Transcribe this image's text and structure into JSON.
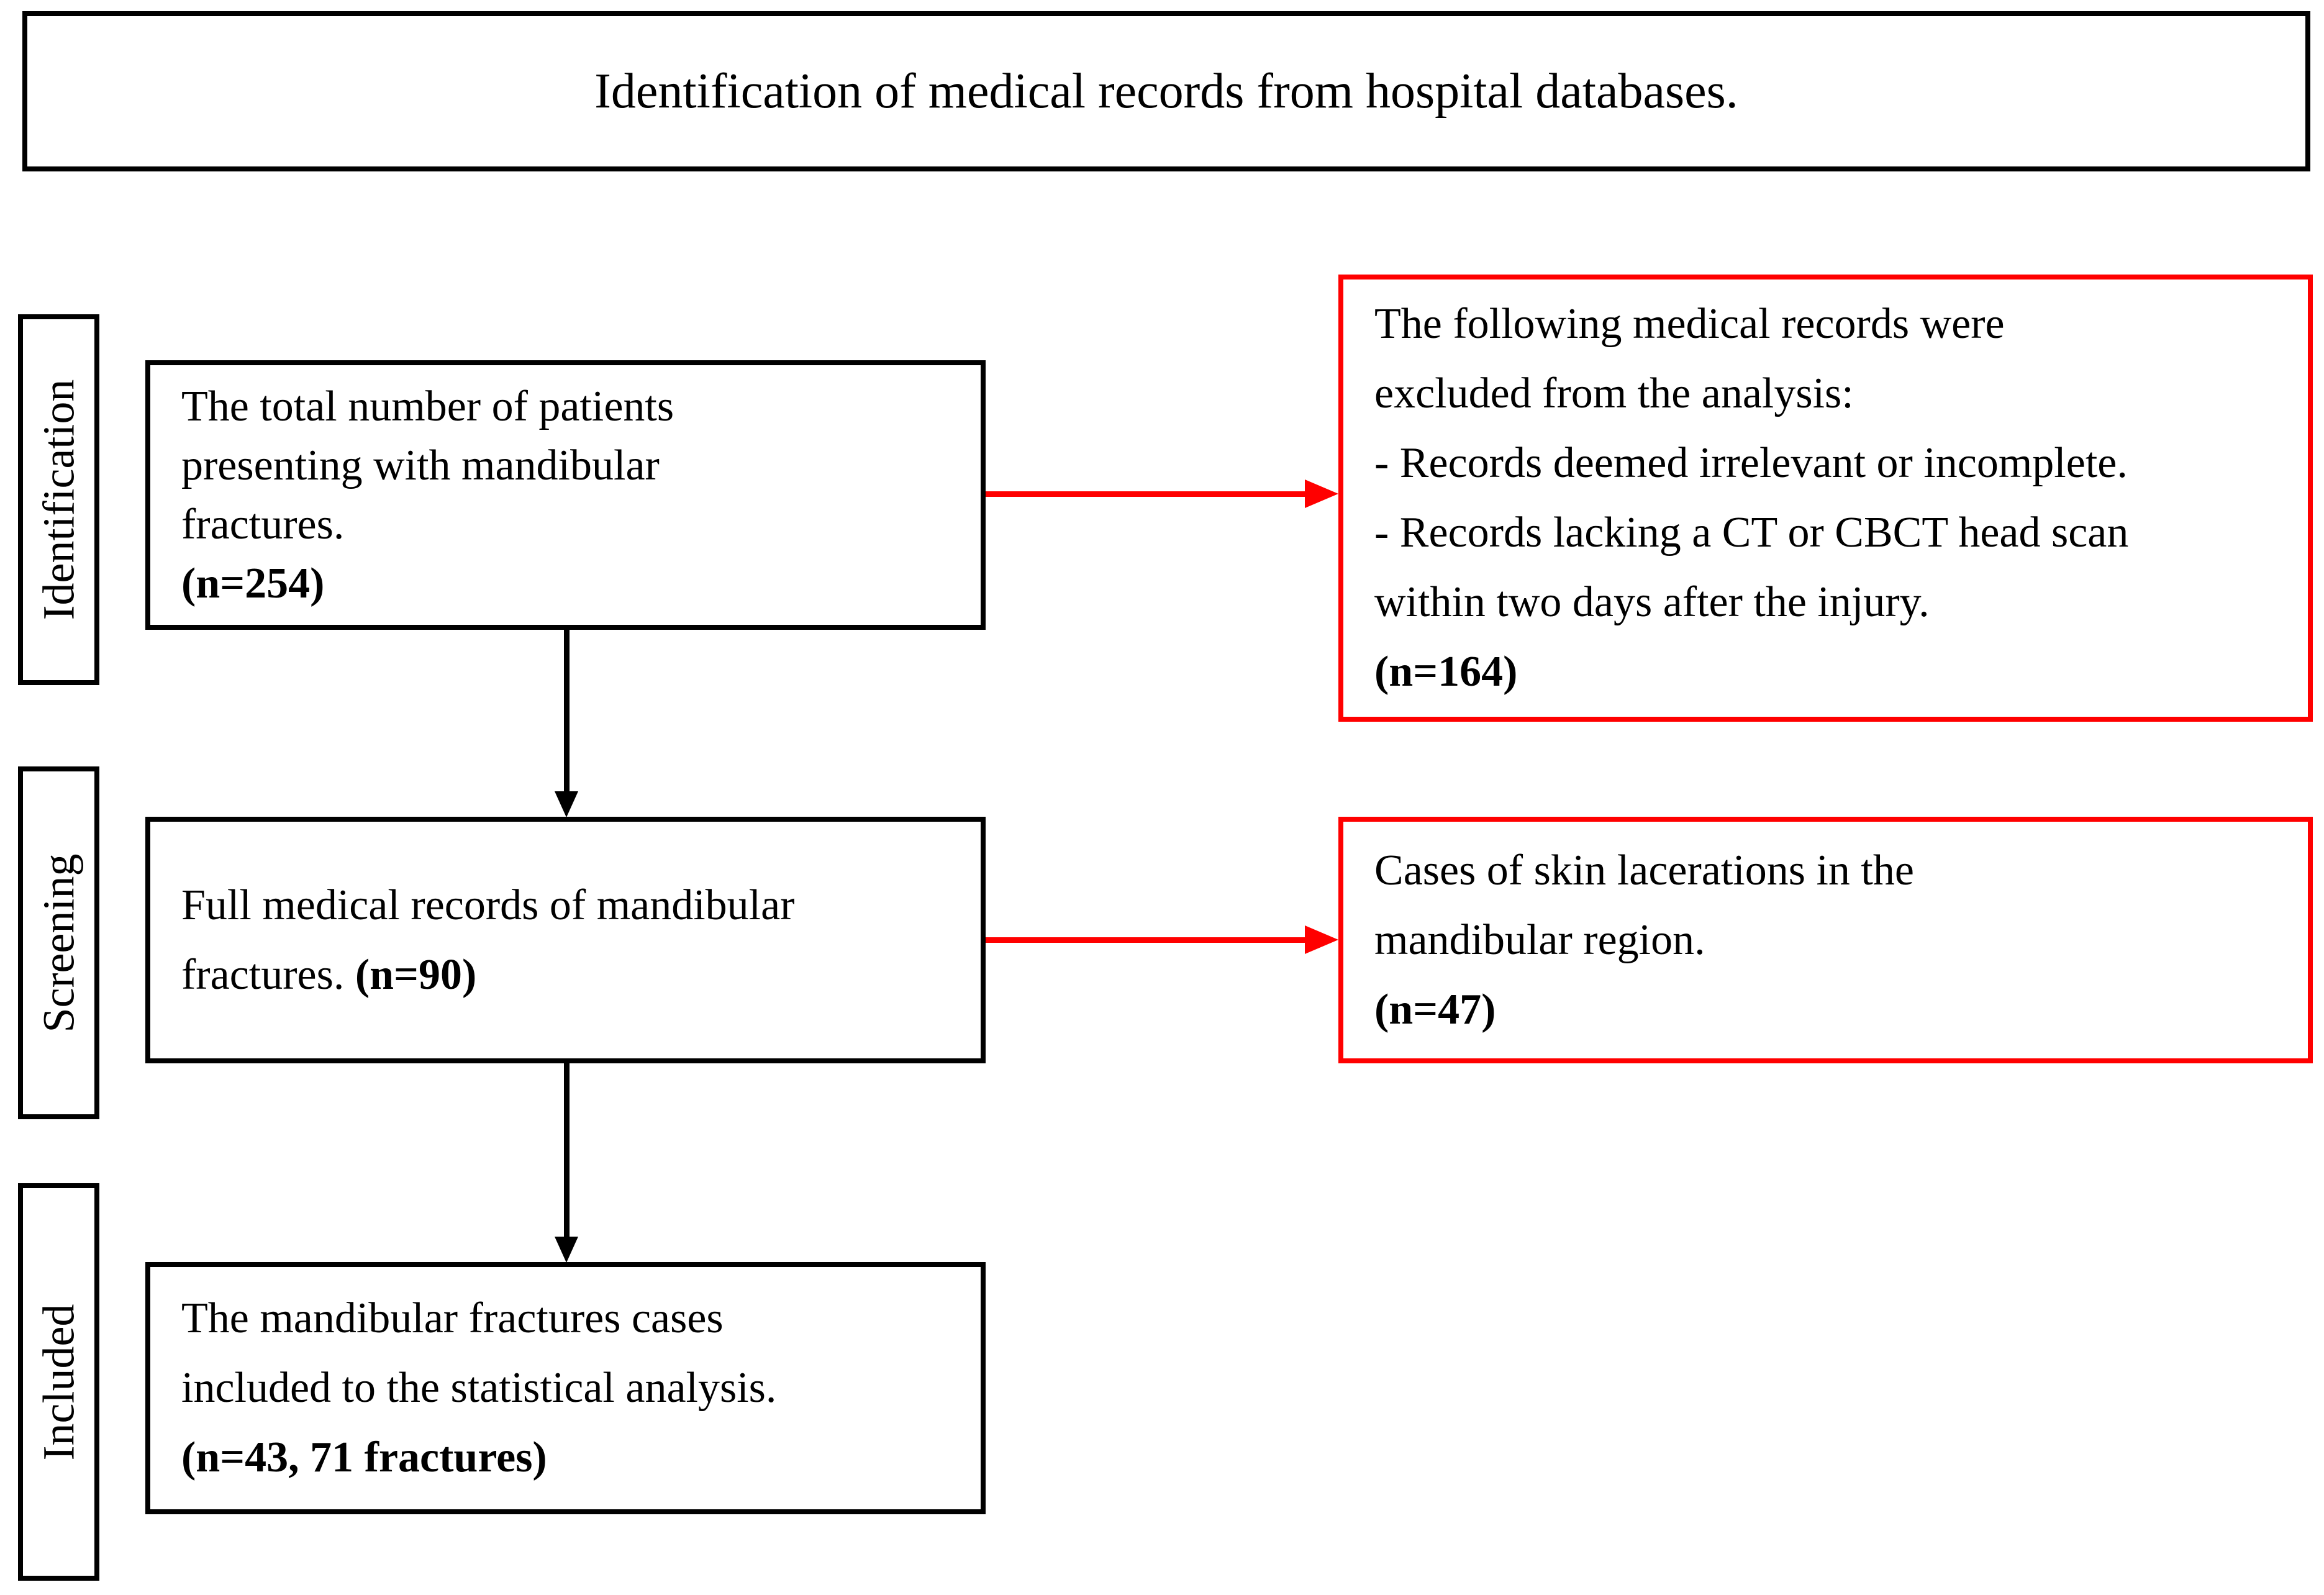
{
  "diagram": {
    "title": "Identification of medical records from hospital databases.",
    "stages": [
      "Identification",
      "Screening",
      "Included"
    ],
    "boxes": {
      "total_patients": {
        "lines": [
          "The total number of patients",
          "presenting with mandibular",
          "fractures."
        ],
        "count": "(n=254)"
      },
      "excluded_records": {
        "lines": [
          "The following medical records were",
          "excluded from the analysis:",
          "- Records deemed irrelevant or incomplete.",
          "- Records lacking a CT or CBCT head scan",
          "within two days after the injury."
        ],
        "count": "(n=164)"
      },
      "full_records": {
        "line1": "Full medical records of mandibular",
        "line2": "fractures.",
        "count": "(n=90)"
      },
      "excluded_lacerations": {
        "lines": [
          "Cases of skin lacerations in the",
          "mandibular region."
        ],
        "count": "(n=47)"
      },
      "included_cases": {
        "lines": [
          "The mandibular fractures cases",
          "included to the statistical analysis."
        ],
        "count": "(n=43, 71 fractures)"
      }
    },
    "colors": {
      "box_line": "#000000",
      "exclusion_line": "#ff0000",
      "background": "#ffffff"
    }
  }
}
